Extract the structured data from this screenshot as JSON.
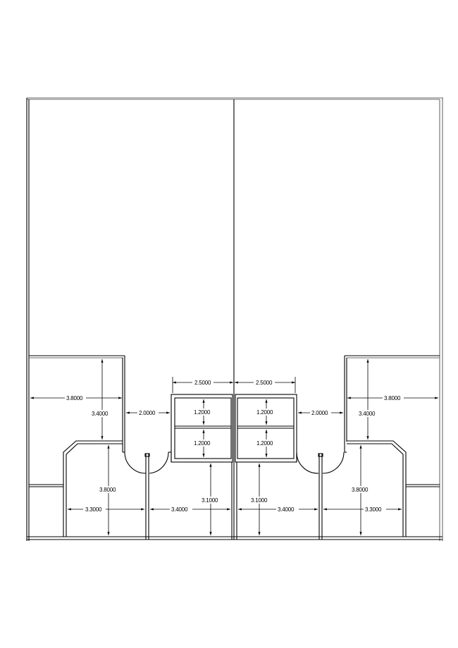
{
  "drawing": {
    "type": "architectural floor plan",
    "line_color": "#000000",
    "background": "#ffffff"
  },
  "dimensions": {
    "left_upper_room_width": "3.8000",
    "left_upper_room_height": "3.4000",
    "left_corridor_gap": "2.0000",
    "center_left_block_width": "2.5000",
    "center_right_block_width": "2.5000",
    "center_left_top_cell": "1.2000",
    "center_left_bottom_cell": "1.2000",
    "center_right_top_cell": "1.2000",
    "center_right_bottom_cell": "1.2000",
    "right_corridor_gap": "2.0000",
    "right_upper_room_width": "3.8000",
    "right_upper_room_height": "3.4000",
    "left_lower_room_height": "3.8000",
    "left_lower_room_width": "3.3000",
    "left_center_room_width": "3.4000",
    "left_center_room_height": "3.1000",
    "right_center_room_height": "3.1000",
    "right_center_room_width": "3.4000",
    "right_lower_room_height": "3.8000",
    "right_lower_room_width": "3.3000"
  }
}
